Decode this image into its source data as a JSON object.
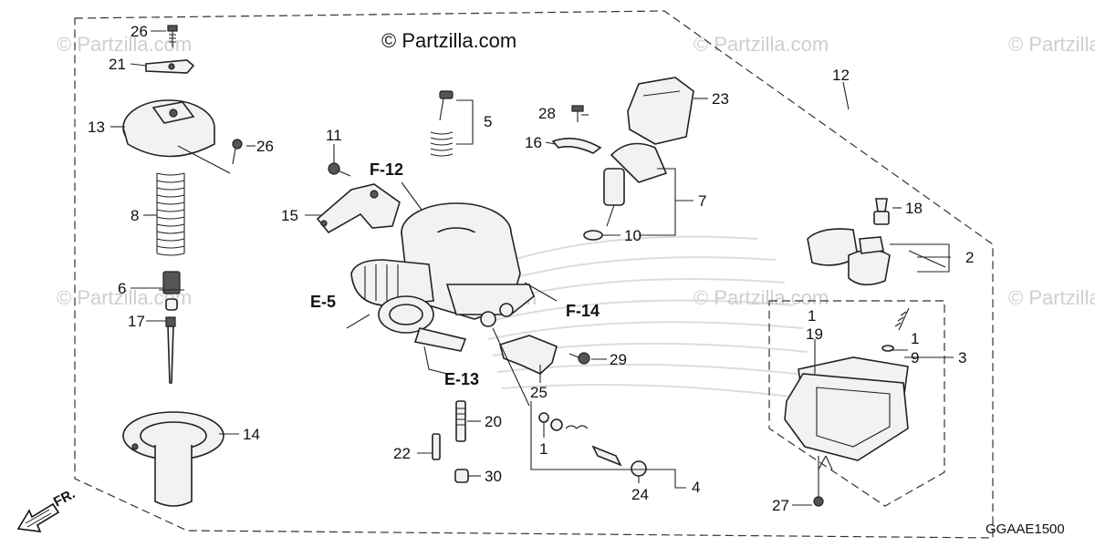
{
  "watermark": "© Partzilla.com",
  "brand_credit": "© Partzilla.com",
  "diagram_code": "GGAAE1500",
  "direction_label": "FR.",
  "part_numbers": {
    "p1a": "1",
    "p1b": "1",
    "p1c": "1",
    "p2": "2",
    "p3": "3",
    "p4": "4",
    "p5": "5",
    "p6": "6",
    "p7": "7",
    "p8": "8",
    "p9": "9",
    "p10": "10",
    "p11": "11",
    "p12": "12",
    "p13": "13",
    "p14": "14",
    "p15": "15",
    "p16": "16",
    "p17": "17",
    "p18": "18",
    "p19": "19",
    "p20": "20",
    "p21": "21",
    "p22": "22",
    "p23": "23",
    "p24": "24",
    "p25": "25",
    "p26a": "26",
    "p26b": "26",
    "p27": "27",
    "p28": "28",
    "p29": "29",
    "p30": "30"
  },
  "reference_labels": {
    "f12": "F-12",
    "f14": "F-14",
    "e5": "E-5",
    "e13": "E-13"
  }
}
